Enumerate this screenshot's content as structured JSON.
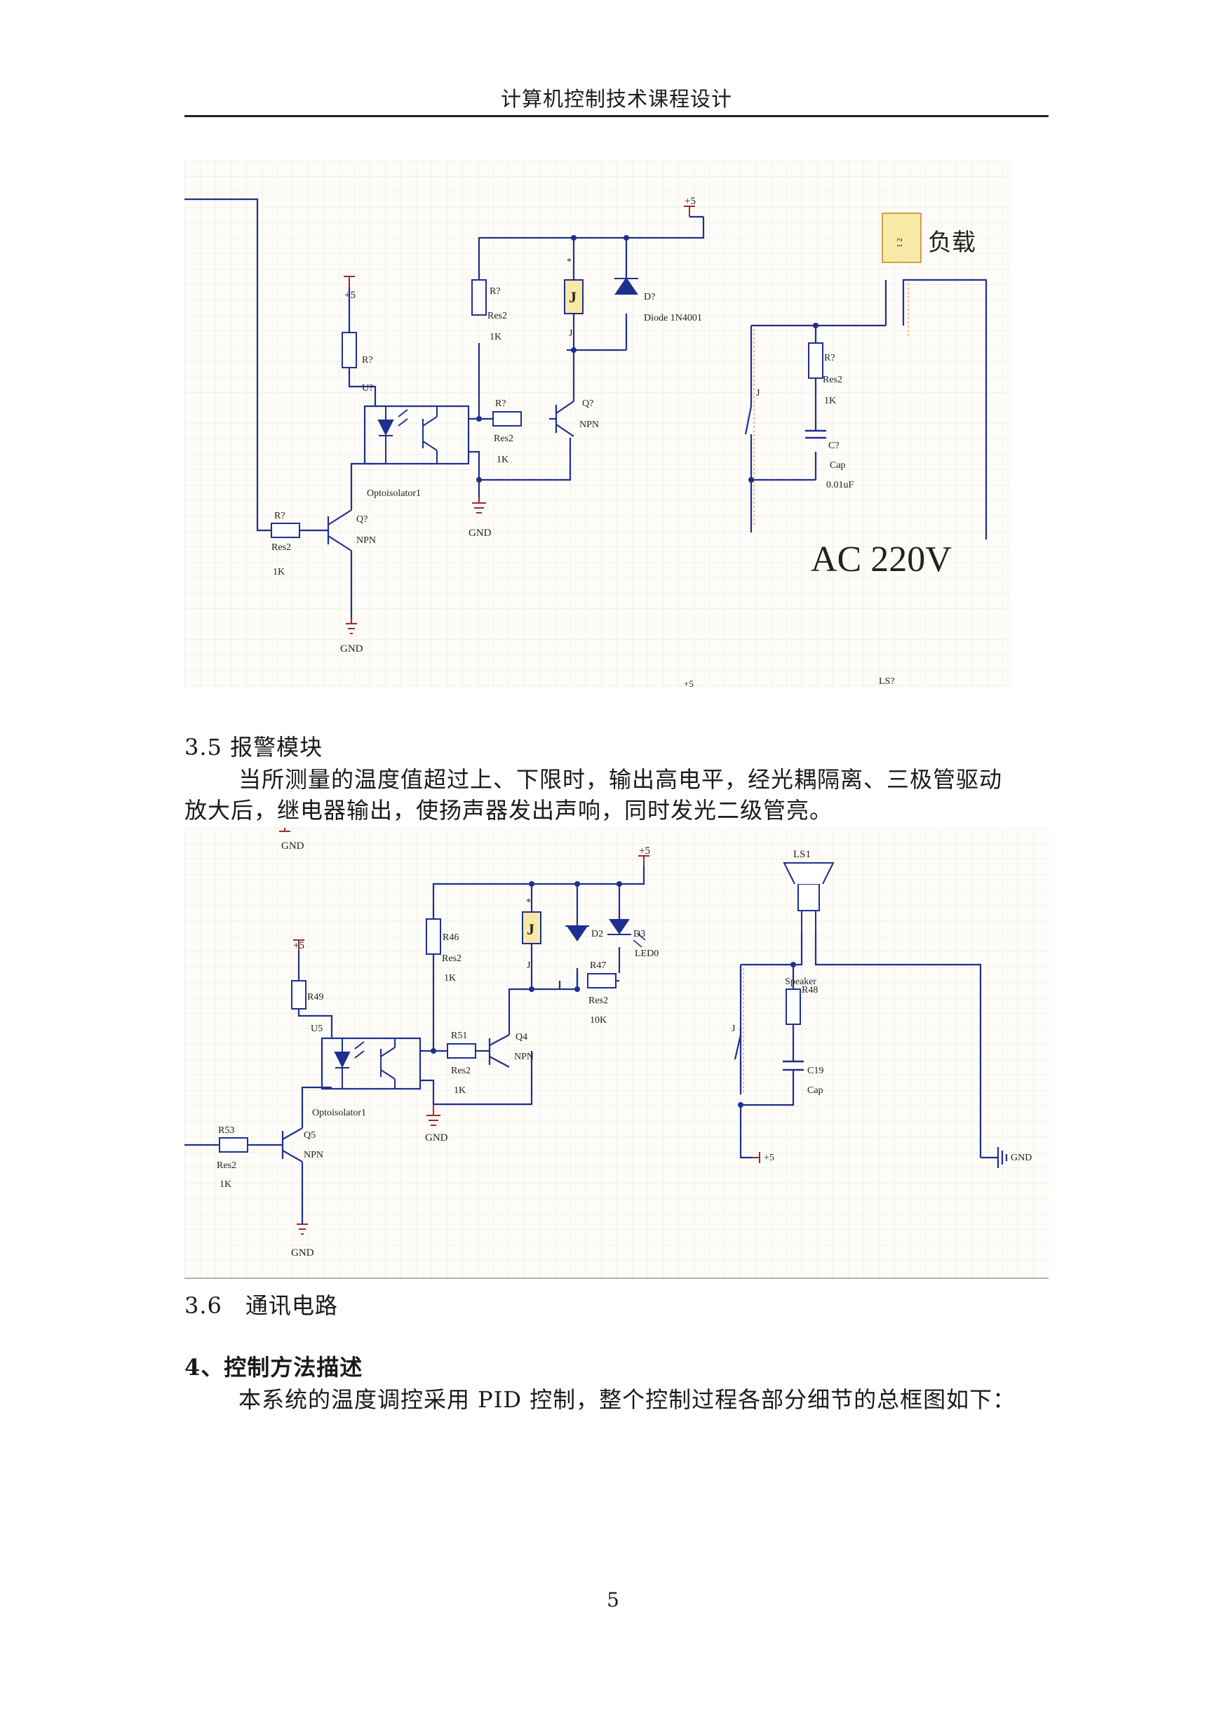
{
  "header": {
    "title": "计算机控制技术课程设计"
  },
  "figure1": {
    "labels": {
      "plus5_top": "+5",
      "plus5_left": "+5",
      "gnd1": "GND",
      "gnd2": "GND",
      "r_a": "R?",
      "r_a_type": "Res2",
      "r_a_val": "1K",
      "r_b": "R?",
      "r_b_type": "Res2",
      "r_b_val": "1K",
      "r_c": "R?",
      "r_c_type": "Res2",
      "r_c_val": "1K",
      "r_d": "R?",
      "u_d": "U?",
      "r_e": "R?",
      "r_e_type": "Res2",
      "r_e_val": "1K",
      "q1": "Q?",
      "q1_type": "NPN",
      "q2": "Q?",
      "q2_type": "NPN",
      "opto": "Optoisolator1",
      "relay_star": "*",
      "relay": "J",
      "relay_name": "J",
      "diode": "D?",
      "diode_type": "Diode 1N4001",
      "switch": "J",
      "cap": "C?",
      "cap_type": "Cap",
      "cap_val": "0.01uF",
      "load": "负载",
      "load_pins": "1 2",
      "ac": "AC 220V",
      "cut_plus5": "+5",
      "cut_ls": "LS?"
    }
  },
  "section35": {
    "heading": "3.5 报警模块",
    "line1": "当所测量的温度值超过上、下限时，输出高电平，经光耦隔离、三极管驱动",
    "line2": "放大后，继电器输出，使扬声器发出声响，同时发光二级管亮。"
  },
  "figure2": {
    "labels": {
      "gnd_top": "GND",
      "plus5_top": "+5",
      "plus5_left": "+5",
      "r46": "R46",
      "r46_type": "Res2",
      "r46_val": "1K",
      "r49": "R49",
      "u5": "U5",
      "r51": "R51",
      "r51_type": "Res2",
      "r51_val": "1K",
      "r53": "R53",
      "r53_type": "Res2",
      "r53_val": "1K",
      "r47": "R47",
      "r47_type": "Res2",
      "r47_val": "10K",
      "r48": "R48",
      "c19": "C19",
      "c19_type": "Cap",
      "q4": "Q4",
      "q4_type": "NPN",
      "q5": "Q5",
      "q5_type": "NPN",
      "d2": "D2",
      "d3": "D3",
      "led": "LED0",
      "relay_star": "*",
      "relay": "J",
      "relay_name": "J",
      "switch": "J",
      "opto": "Optoisolator1",
      "gnd_mid": "GND",
      "gnd_bottom": "GND",
      "ls1": "LS1",
      "speaker": "Speaker",
      "plus5_br": "+5",
      "gnd_right": "GND"
    }
  },
  "section36": {
    "heading": "3.6　通讯电路"
  },
  "section4": {
    "heading": "4、控制方法描述",
    "line1": "本系统的温度调控采用 PID 控制，整个控制过程各部分细节的总框图如下："
  },
  "page": {
    "number": "5"
  }
}
